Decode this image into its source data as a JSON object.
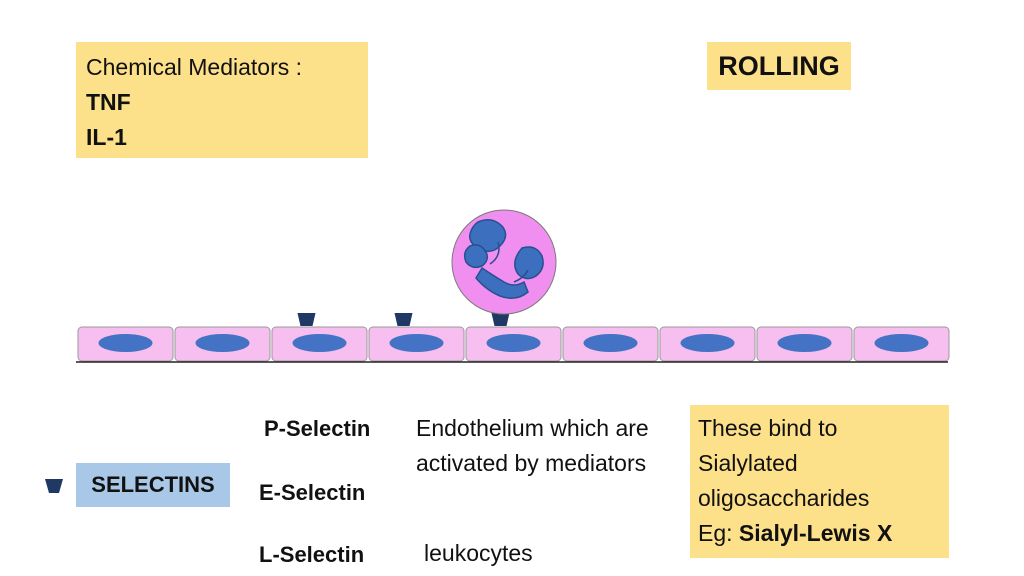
{
  "mediators": {
    "heading": "Chemical Mediators :",
    "items": [
      "TNF",
      "IL-1"
    ]
  },
  "stage_label": "ROLLING",
  "legend": {
    "label": "SELECTINS",
    "symbol_color": "#1f3864"
  },
  "selectins": [
    {
      "name": "P-Selectin"
    },
    {
      "name": "E-Selectin"
    },
    {
      "name": "L-Selectin"
    }
  ],
  "sources": {
    "endothelium": "Endothelium which are activated by mediators",
    "leukocytes": "leukocytes"
  },
  "binding": {
    "line1": "These bind to",
    "line2": "Sialylated",
    "line3": "oligosaccharides",
    "example_prefix": "Eg: ",
    "example": "Sialyl-Lewis X"
  },
  "colors": {
    "cell_fill": "#f6bff0",
    "nucleus": "#4472c4",
    "leukocyte_fill": "#f08ff0",
    "label_yellow": "#fde08a",
    "label_blue": "#a9c8e8"
  },
  "endothelium": {
    "cell_count": 9,
    "activated_cells_with_selectin": [
      3,
      4,
      5
    ]
  }
}
